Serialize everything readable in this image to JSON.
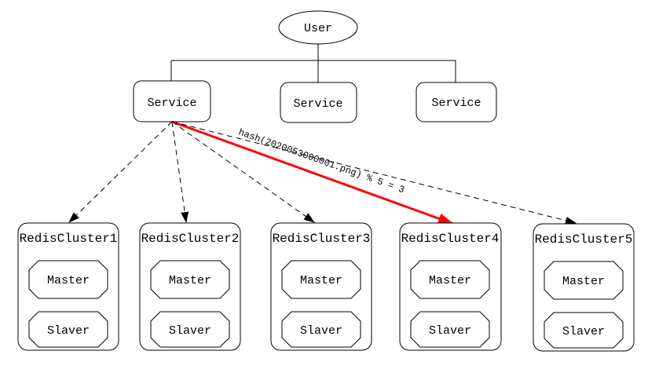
{
  "diagram": {
    "user": {
      "label": "User"
    },
    "services": [
      {
        "label": "Service"
      },
      {
        "label": "Service"
      },
      {
        "label": "Service"
      }
    ],
    "hash_edge": {
      "label": "hash(2020053000001.png) % 5 = 3",
      "color": "#ff0000"
    },
    "clusters": [
      {
        "name": "RedisCluster1",
        "master": "Master",
        "slaver": "Slaver"
      },
      {
        "name": "RedisCluster2",
        "master": "Master",
        "slaver": "Slaver"
      },
      {
        "name": "RedisCluster3",
        "master": "Master",
        "slaver": "Slaver"
      },
      {
        "name": "RedisCluster4",
        "master": "Master",
        "slaver": "Slaver"
      },
      {
        "name": "RedisCluster5",
        "master": "Master",
        "slaver": "Slaver"
      }
    ],
    "colors": {
      "stroke": "#000000",
      "background": "#ffffff",
      "highlight": "#ff0000",
      "text": "#000000"
    }
  }
}
